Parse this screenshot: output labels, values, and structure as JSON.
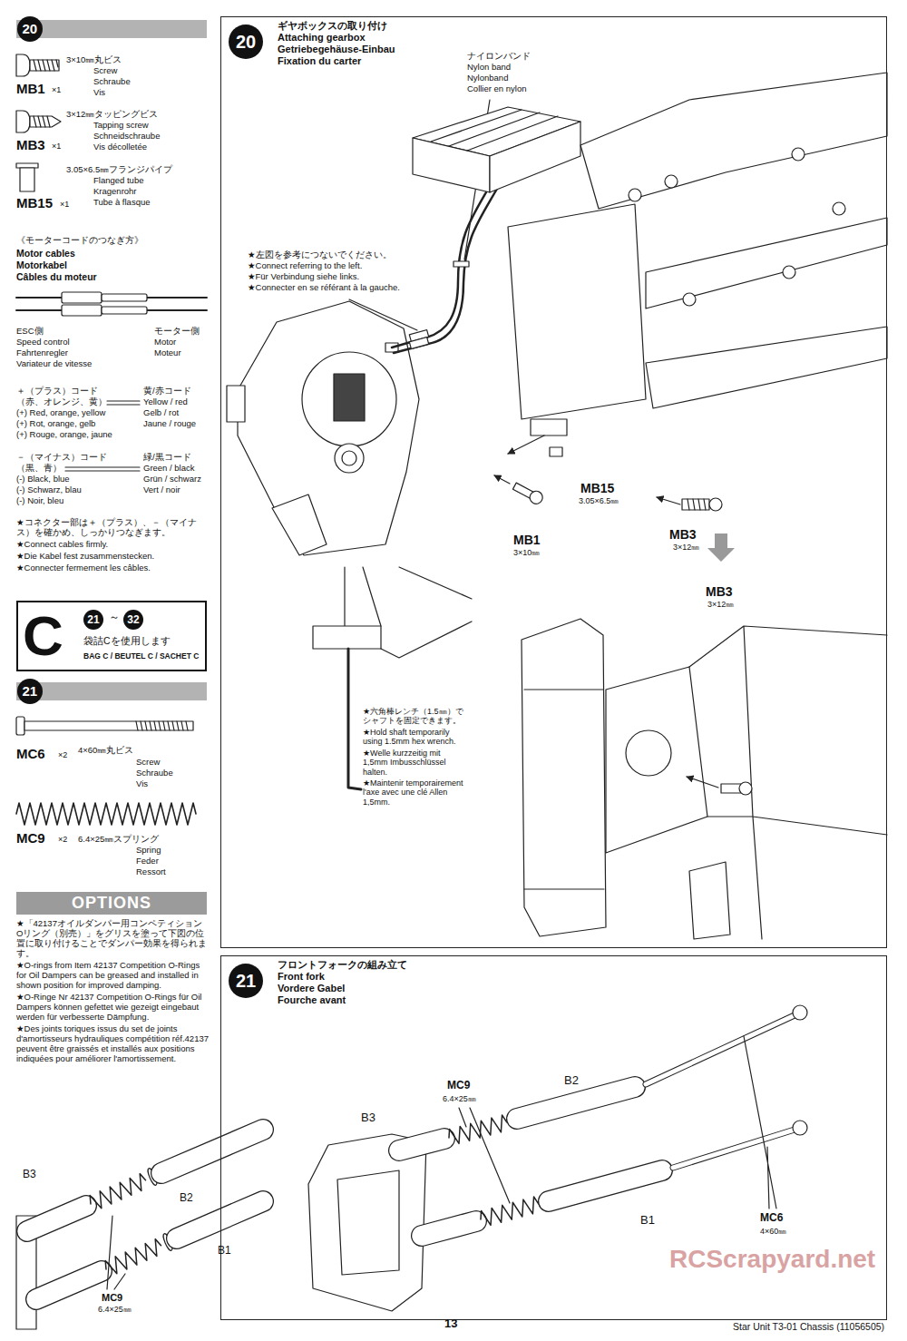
{
  "diagram": {
    "nodes": [
      {
        "text": [
          "20"
        ]
      },
      {
        "text": [
          "C",
          "21",
          "～",
          "32",
          "袋詰Cを使用します",
          "BAG C / BEUTEL C / SACHET C"
        ]
      },
      {
        "text": [
          "21"
        ]
      },
      {
        "text": [
          "OPTIONS"
        ]
      },
      {
        "text": [
          "ギヤボックスの取り付け",
          "Attaching gearbox",
          "Getriebegehäuse-Einbau",
          "Fixation du carter"
        ]
      },
      {
        "text": [
          "20"
        ],
        "in": 4
      },
      {
        "text": [
          "フロントフォークの組み立て",
          "Front fork",
          "Vordere Gabel",
          "Fourche avant"
        ]
      },
      {
        "text": [
          "21"
        ],
        "in": 6
      }
    ],
    "labels": [
      "MB1",
      "×1",
      "3×10㎜丸ビス",
      "Screw",
      "Schraube",
      "Vis",
      "MB3",
      "×1",
      "3×12㎜タッピングビス",
      "Tapping screw",
      "Schneidschraube",
      "Vis décolletée",
      "MB15",
      "×1",
      "3.05×6.5㎜フランジパイプ",
      "Flanged tube",
      "Kragenrohr",
      "Tube à flasque",
      "《モーターコードのつなぎ方》",
      "Motor cables",
      "Motorkabel",
      "Câbles du moteur",
      "ESC側",
      "Speed control",
      "Fahrtenregler",
      "Variateur de vitesse",
      "モーター側",
      "Motor",
      "Moteur",
      "＋（プラス）コード",
      "（赤、オレンジ、黄）",
      "(+) Red, orange, yellow",
      "(+) Rot, orange, gelb",
      "(+) Rouge, orange, jaune",
      "黄/赤コード",
      "Yellow / red",
      "Gelb / rot",
      "Jaune / rouge",
      "－（マイナス）コード",
      "（黒、青）",
      "(-) Black, blue",
      "(-) Schwarz, blau",
      "(-) Noir, bleu",
      "緑/黒コード",
      "Green / black",
      "Grün / schwarz",
      "Vert / noir",
      "★コネクター部は＋（プラス）、－（マイナス）を確かめ、しっかりつなぎます。",
      "★Connect cables firmly.",
      "★Die Kabel fest zusammenstecken.",
      "★Connecter fermement les câbles.",
      "MC6",
      "×2",
      "4×60㎜丸ビス",
      "Screw",
      "Schraube",
      "Vis",
      "MC9",
      "×2",
      "6.4×25㎜スプリング",
      "Spring",
      "Feder",
      "Ressort",
      "★「42137オイルダンパー用コンペティションOリング（別売）」をグリスを塗って下図の位置に取り付けることでダンパー効果を得られます。",
      "★O-rings from Item 42137 Competition O-Rings for Oil Dampers can be greased and installed in shown position for improved damping.",
      "★O-Ringe Nr 42137 Competition O-Rings für Oil Dampers können gefettet wie gezeigt eingebaut werden für verbesserte Dämpfung.",
      "★Des joints toriques issus du set de joints d'amortisseurs hydrauliques compétition réf.42137 peuvent être graissés et installés aux positions indiquées pour améliorer l'amortissement.",
      "B3",
      "B2",
      "B1",
      "MC9",
      "6.4×25㎜",
      "ナイロンバンド",
      "Nylon band",
      "Nylonband",
      "Collier en nylon",
      "★左図を参考につないでください。",
      "★Connect referring to the left.",
      "★Für Verbindung siehe links.",
      "★Connecter en se référant à la gauche.",
      "MB3",
      "3×12㎜",
      "MB15",
      "3.05×6.5㎜",
      "MB1",
      "3×10㎜",
      "MB3",
      "3×12㎜",
      "★六角棒レンチ（1.5㎜）でシャフトを固定できます。",
      "★Hold shaft temporarily using 1.5mm hex wrench.",
      "★Welle kurzzeitig mit 1,5mm Imbusschlüssel halten.",
      "★Maintenir temporairement l'axe avec une clé Allen 1,5mm.",
      "MC9",
      "6.4×25㎜",
      "B2",
      "B3",
      "B1",
      "MC6",
      "4×60㎜",
      "13",
      "Star Unit T3-01 Chassis (11056505)",
      "RCScrapyard.net"
    ]
  }
}
